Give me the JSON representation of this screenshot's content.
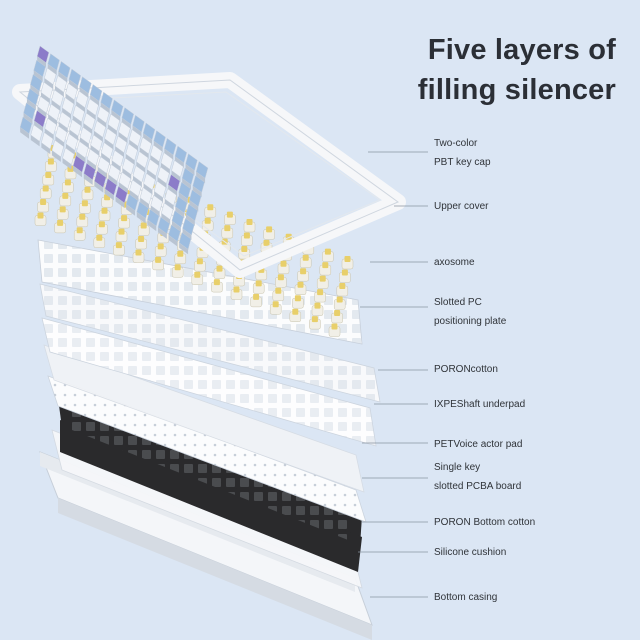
{
  "heading": {
    "line1": "Five layers of",
    "line2": "filling silencer"
  },
  "colors": {
    "background": "#dbe6f4",
    "keycap_white": "#eef2f8",
    "keycap_blue": "#9dbde0",
    "keycap_purple": "#8c7cc9",
    "switch_yellow": "#e8cf6a",
    "bottom_cotton": "#2a2a2c",
    "leader_line": "#8a94a2"
  },
  "layers": [
    {
      "id": "keycap",
      "lines": [
        "Two-color",
        "PBT key cap"
      ]
    },
    {
      "id": "upper-cover",
      "lines": [
        "Upper cover"
      ]
    },
    {
      "id": "axosome",
      "lines": [
        "axosome"
      ]
    },
    {
      "id": "pc-plate",
      "lines": [
        "Slotted PC",
        "positioning plate"
      ]
    },
    {
      "id": "poron-cotton",
      "lines": [
        "PORONcotton"
      ]
    },
    {
      "id": "ixpe-pad",
      "lines": [
        "IXPEShaft underpad"
      ]
    },
    {
      "id": "pet-pad",
      "lines": [
        "PETVoice actor pad"
      ]
    },
    {
      "id": "pcba-board",
      "lines": [
        "Single key",
        "slotted PCBA board"
      ]
    },
    {
      "id": "poron-bottom",
      "lines": [
        "PORON Bottom cotton"
      ]
    },
    {
      "id": "silicone",
      "lines": [
        "Silicone cushion"
      ]
    },
    {
      "id": "bottom-casing",
      "lines": [
        "Bottom casing"
      ]
    }
  ]
}
